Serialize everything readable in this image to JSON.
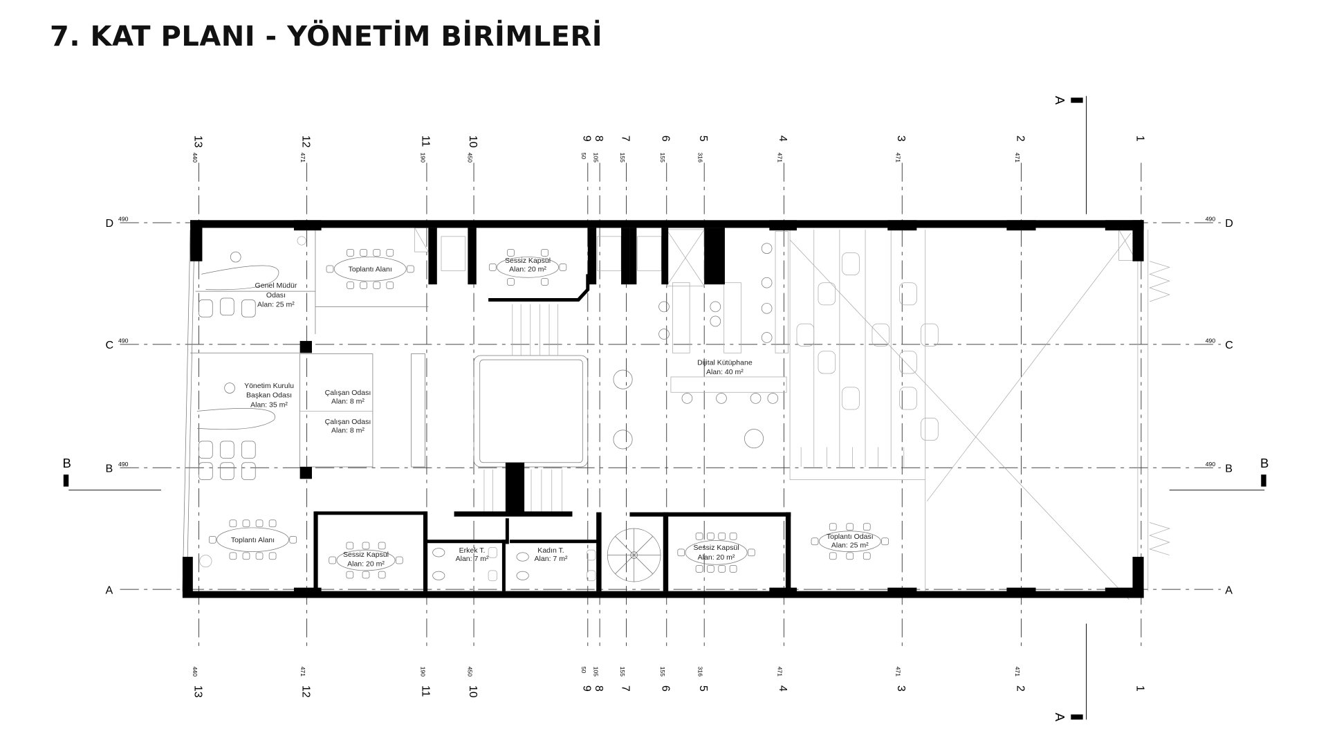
{
  "title": "7. KAT PLANI - YÖNETİM BİRİMLERİ",
  "columns": [
    {
      "label": "13",
      "dim": "440"
    },
    {
      "label": "12",
      "dim": "471"
    },
    {
      "label": "11",
      "dim": "190"
    },
    {
      "label": "10",
      "dim": "450"
    },
    {
      "label": "9",
      "dim": "50"
    },
    {
      "label": "8",
      "dim": "105"
    },
    {
      "label": "7",
      "dim": "155"
    },
    {
      "label": "6",
      "dim": "155"
    },
    {
      "label": "5",
      "dim": "316"
    },
    {
      "label": "4",
      "dim": "471"
    },
    {
      "label": "3",
      "dim": "471"
    },
    {
      "label": "2",
      "dim": "471"
    },
    {
      "label": "1",
      "dim": ""
    }
  ],
  "rows": [
    {
      "label": "D",
      "dim": "490"
    },
    {
      "label": "C",
      "dim": "490"
    },
    {
      "label": "B",
      "dim": "490"
    },
    {
      "label": "A",
      "dim": ""
    }
  ],
  "sections": {
    "a": "A",
    "b": "B"
  },
  "rooms": [
    {
      "name": "Genel  Müdür",
      "name2": "Odası",
      "area": "Alan: 25 m²"
    },
    {
      "name": "Toplantı Alanı"
    },
    {
      "name": "Sessiz Kapsül",
      "area": "Alan: 20 m²"
    },
    {
      "name": "Yönetim Kurulu",
      "name2": "Başkan Odası",
      "area": "Alan: 35 m²"
    },
    {
      "name": "Çalışan Odası",
      "area": "Alan: 8 m²"
    },
    {
      "name": "Çalışan Odası",
      "area": "Alan: 8 m²"
    },
    {
      "name": "Dijital Kütüphane",
      "area": "Alan: 40 m²"
    },
    {
      "name": "Toplantı Alanı"
    },
    {
      "name": "Sessiz Kapsül",
      "area": "Alan: 20 m²"
    },
    {
      "name": "Erkek T.",
      "area": "Alan: 7 m²"
    },
    {
      "name": "Kadın T.",
      "area": "Alan: 7 m²"
    },
    {
      "name": "Sessiz Kapsül",
      "area": "Alan: 20 m²"
    },
    {
      "name": "Toplantı Odası",
      "area": "Alan: 25 m²"
    }
  ]
}
